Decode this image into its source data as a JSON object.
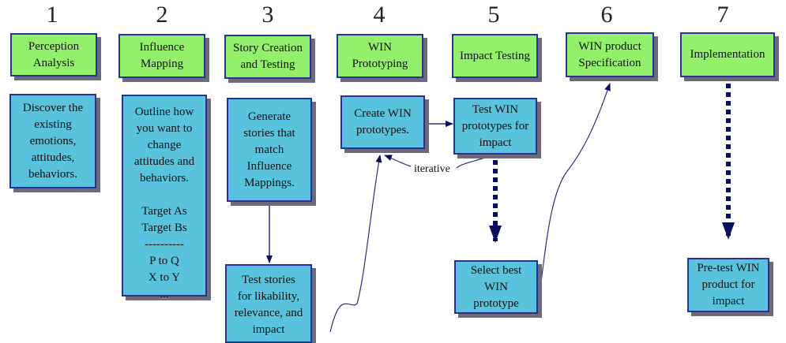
{
  "diagram": {
    "colors": {
      "phase_box": "#92f06a",
      "step_box": "#59c2dc",
      "border": "#2b2f9a",
      "arrow": "#0a0f5a"
    },
    "phases": [
      {
        "number": "1",
        "title": "Perception\nAnalysis"
      },
      {
        "number": "2",
        "title": "Influence\nMapping"
      },
      {
        "number": "3",
        "title": "Story Creation\nand Testing"
      },
      {
        "number": "4",
        "title": "WIN\nPrototyping"
      },
      {
        "number": "5",
        "title": "Impact Testing"
      },
      {
        "number": "6",
        "title": "WIN product\nSpecification"
      },
      {
        "number": "7",
        "title": "Implementation"
      }
    ],
    "steps": {
      "discover": "Discover the\nexisting\nemotions,\nattitudes,\nbehaviors.",
      "outline": "Outline how\nyou want to\nchange\nattitudes and\nbehaviors.\n\nTarget As\nTarget Bs\n----------\nP to Q\nX to Y\n...",
      "generate": "Generate\nstories that\nmatch\nInfluence\nMappings.",
      "test_stories": "Test stories\nfor likability,\nrelevance, and\nimpact",
      "create_win": "Create WIN\nprototypes.",
      "test_win": "Test WIN\nprototypes for\nimpact",
      "select_best": "Select best\nWIN\nprototype",
      "pretest": "Pre-test WIN\nproduct for\nimpact"
    },
    "connector_labels": {
      "iterative": "iterative"
    }
  }
}
